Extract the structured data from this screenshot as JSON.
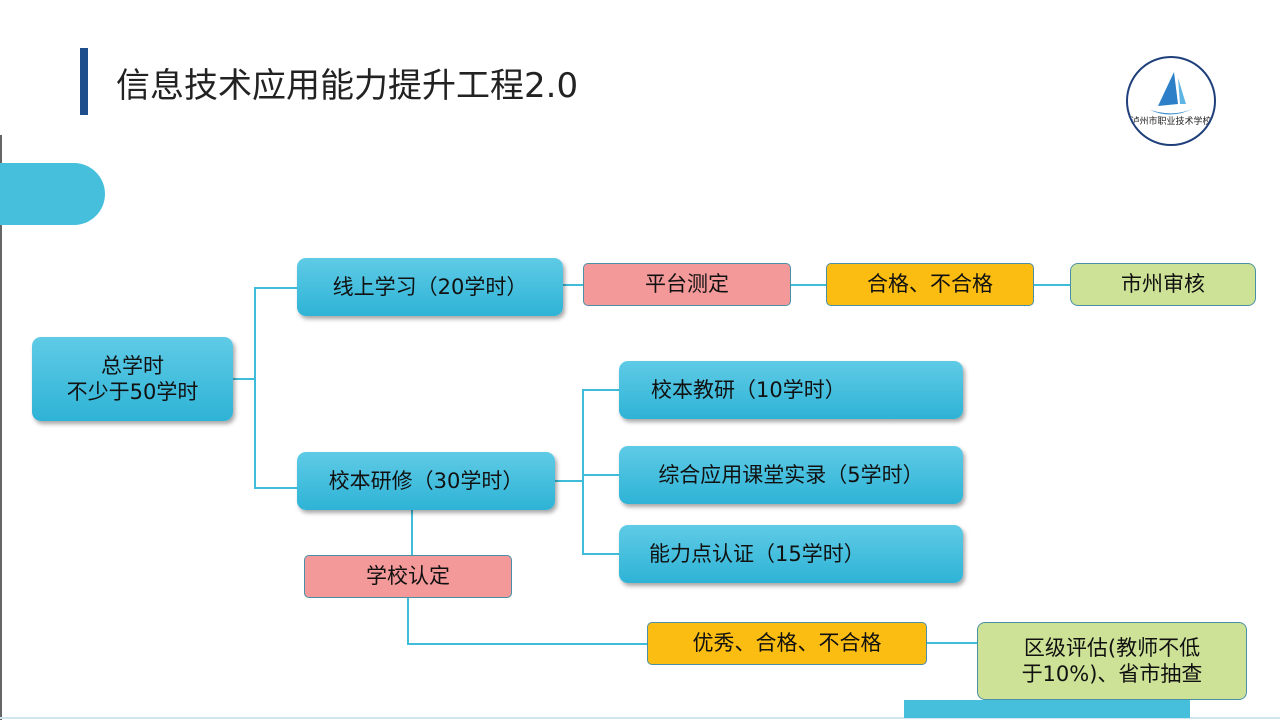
{
  "title": "信息技术应用能力提升工程2.0",
  "logo_text": "泸州市职业技术学校",
  "nodes": {
    "total": [
      "总学时",
      "不少于50学时"
    ],
    "online": "线上学习（20学时）",
    "platform": "平台测定",
    "online_result": "合格、不合格",
    "city_review": "市州审核",
    "school_training": "校本研修（30学时）",
    "school_research": "校本教研（10学时）",
    "classroom": "综合应用课堂实录（5学时）",
    "ability": "能力点认证（15学时）",
    "school_cert": "学校认定",
    "school_result": "优秀、合格、不合格",
    "district": [
      "区级评估(教师不低",
      "于10%)、省市抽查"
    ]
  },
  "colors": {
    "blue": "#3fbcd9",
    "pink": "#f4999a",
    "orange": "#fbbd12",
    "green": "#cde296",
    "accent": "#1f4e8c"
  }
}
